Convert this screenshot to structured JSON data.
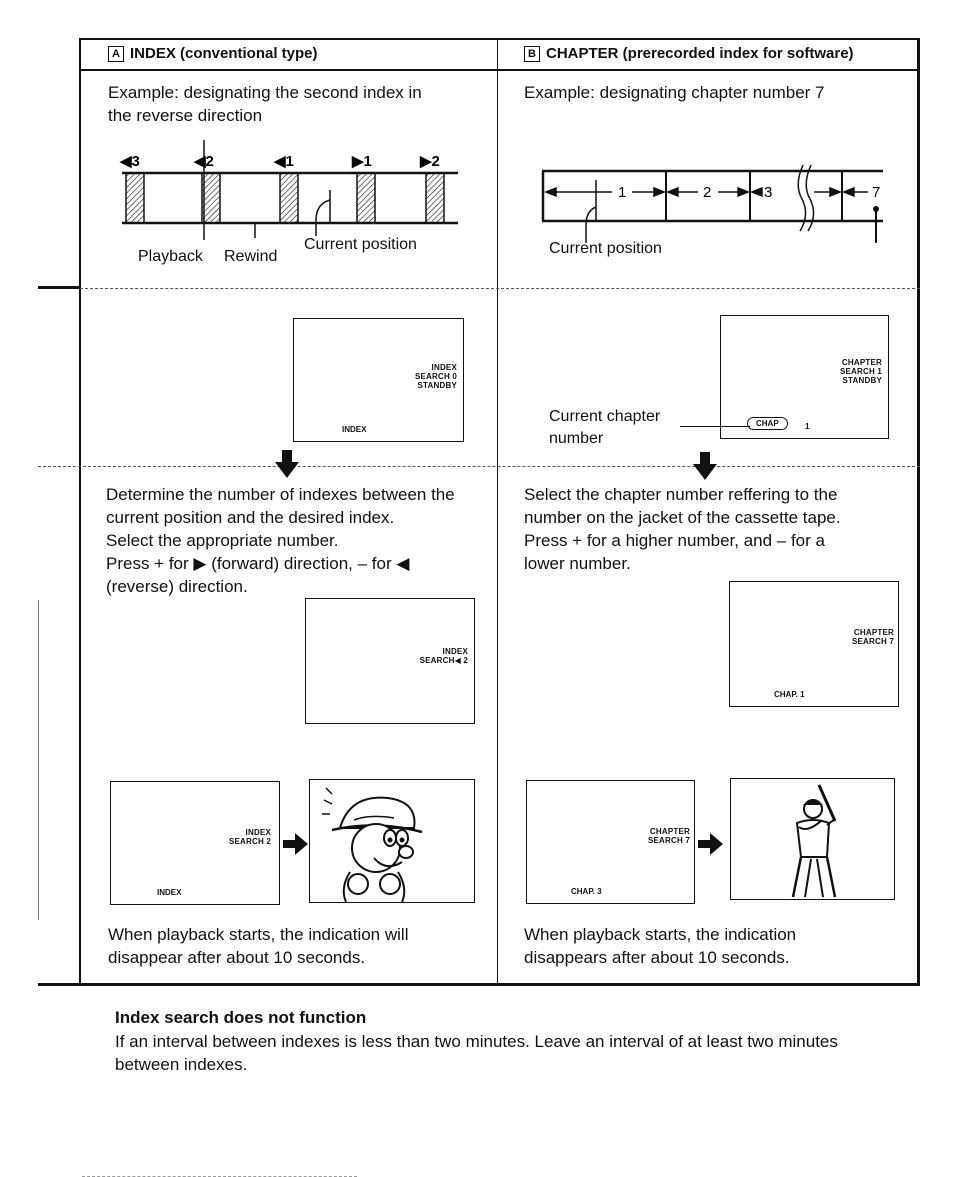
{
  "colA": {
    "letter": "A",
    "title": "INDEX (conventional type)",
    "example": "Example: designating the second index in\nthe reverse direction",
    "marks": [
      "◀3",
      "◀2",
      "◀1",
      "▶1",
      "▶2"
    ],
    "labels": {
      "playback": "Playback",
      "rewind": "Rewind",
      "current": "Current position"
    },
    "screen1": {
      "osd": "INDEX\nSEARCH 0\nSTANDBY",
      "bottom": "INDEX"
    },
    "instruction": "Determine the number of indexes between the\ncurrent position and the desired index.\nSelect the appropriate number.\nPress + for ▶ (forward) direction, – for ◀\n(reverse) direction.",
    "screen2": {
      "osd": "INDEX\nSEARCH◀ 2"
    },
    "screen3": {
      "osd": "INDEX\nSEARCH 2",
      "bottom": "INDEX"
    },
    "footer": "When playback starts, the indication will\ndisappear after about 10 seconds."
  },
  "colB": {
    "letter": "B",
    "title": "CHAPTER (prerecorded index for software)",
    "example": "Example: designating chapter number 7",
    "chapters": [
      "1",
      "2",
      "3",
      "7"
    ],
    "labels": {
      "current": "Current position",
      "current_chapter": "Current chapter\nnumber",
      "chap_badge": "CHAP",
      "chap_num": "1"
    },
    "screen1": {
      "osd": "CHAPTER\nSEARCH  1\nSTANDBY"
    },
    "instruction": "Select the chapter number reffering to the\nnumber on the jacket of the cassette tape.\nPress + for a higher number, and – for a\nlower number.",
    "screen2": {
      "osd": "CHAPTER\nSEARCH 7",
      "bottom": "CHAP. 1"
    },
    "screen3": {
      "osd": "CHAPTER\nSEARCH 7",
      "bottom": "CHAP. 3"
    },
    "footer": "When playback starts, the indication\ndisappears after about 10 seconds."
  },
  "note": {
    "title": "Index search does not function",
    "body": "If an interval between indexes is less than two minutes. Leave an interval of at least two minutes\nbetween indexes."
  }
}
